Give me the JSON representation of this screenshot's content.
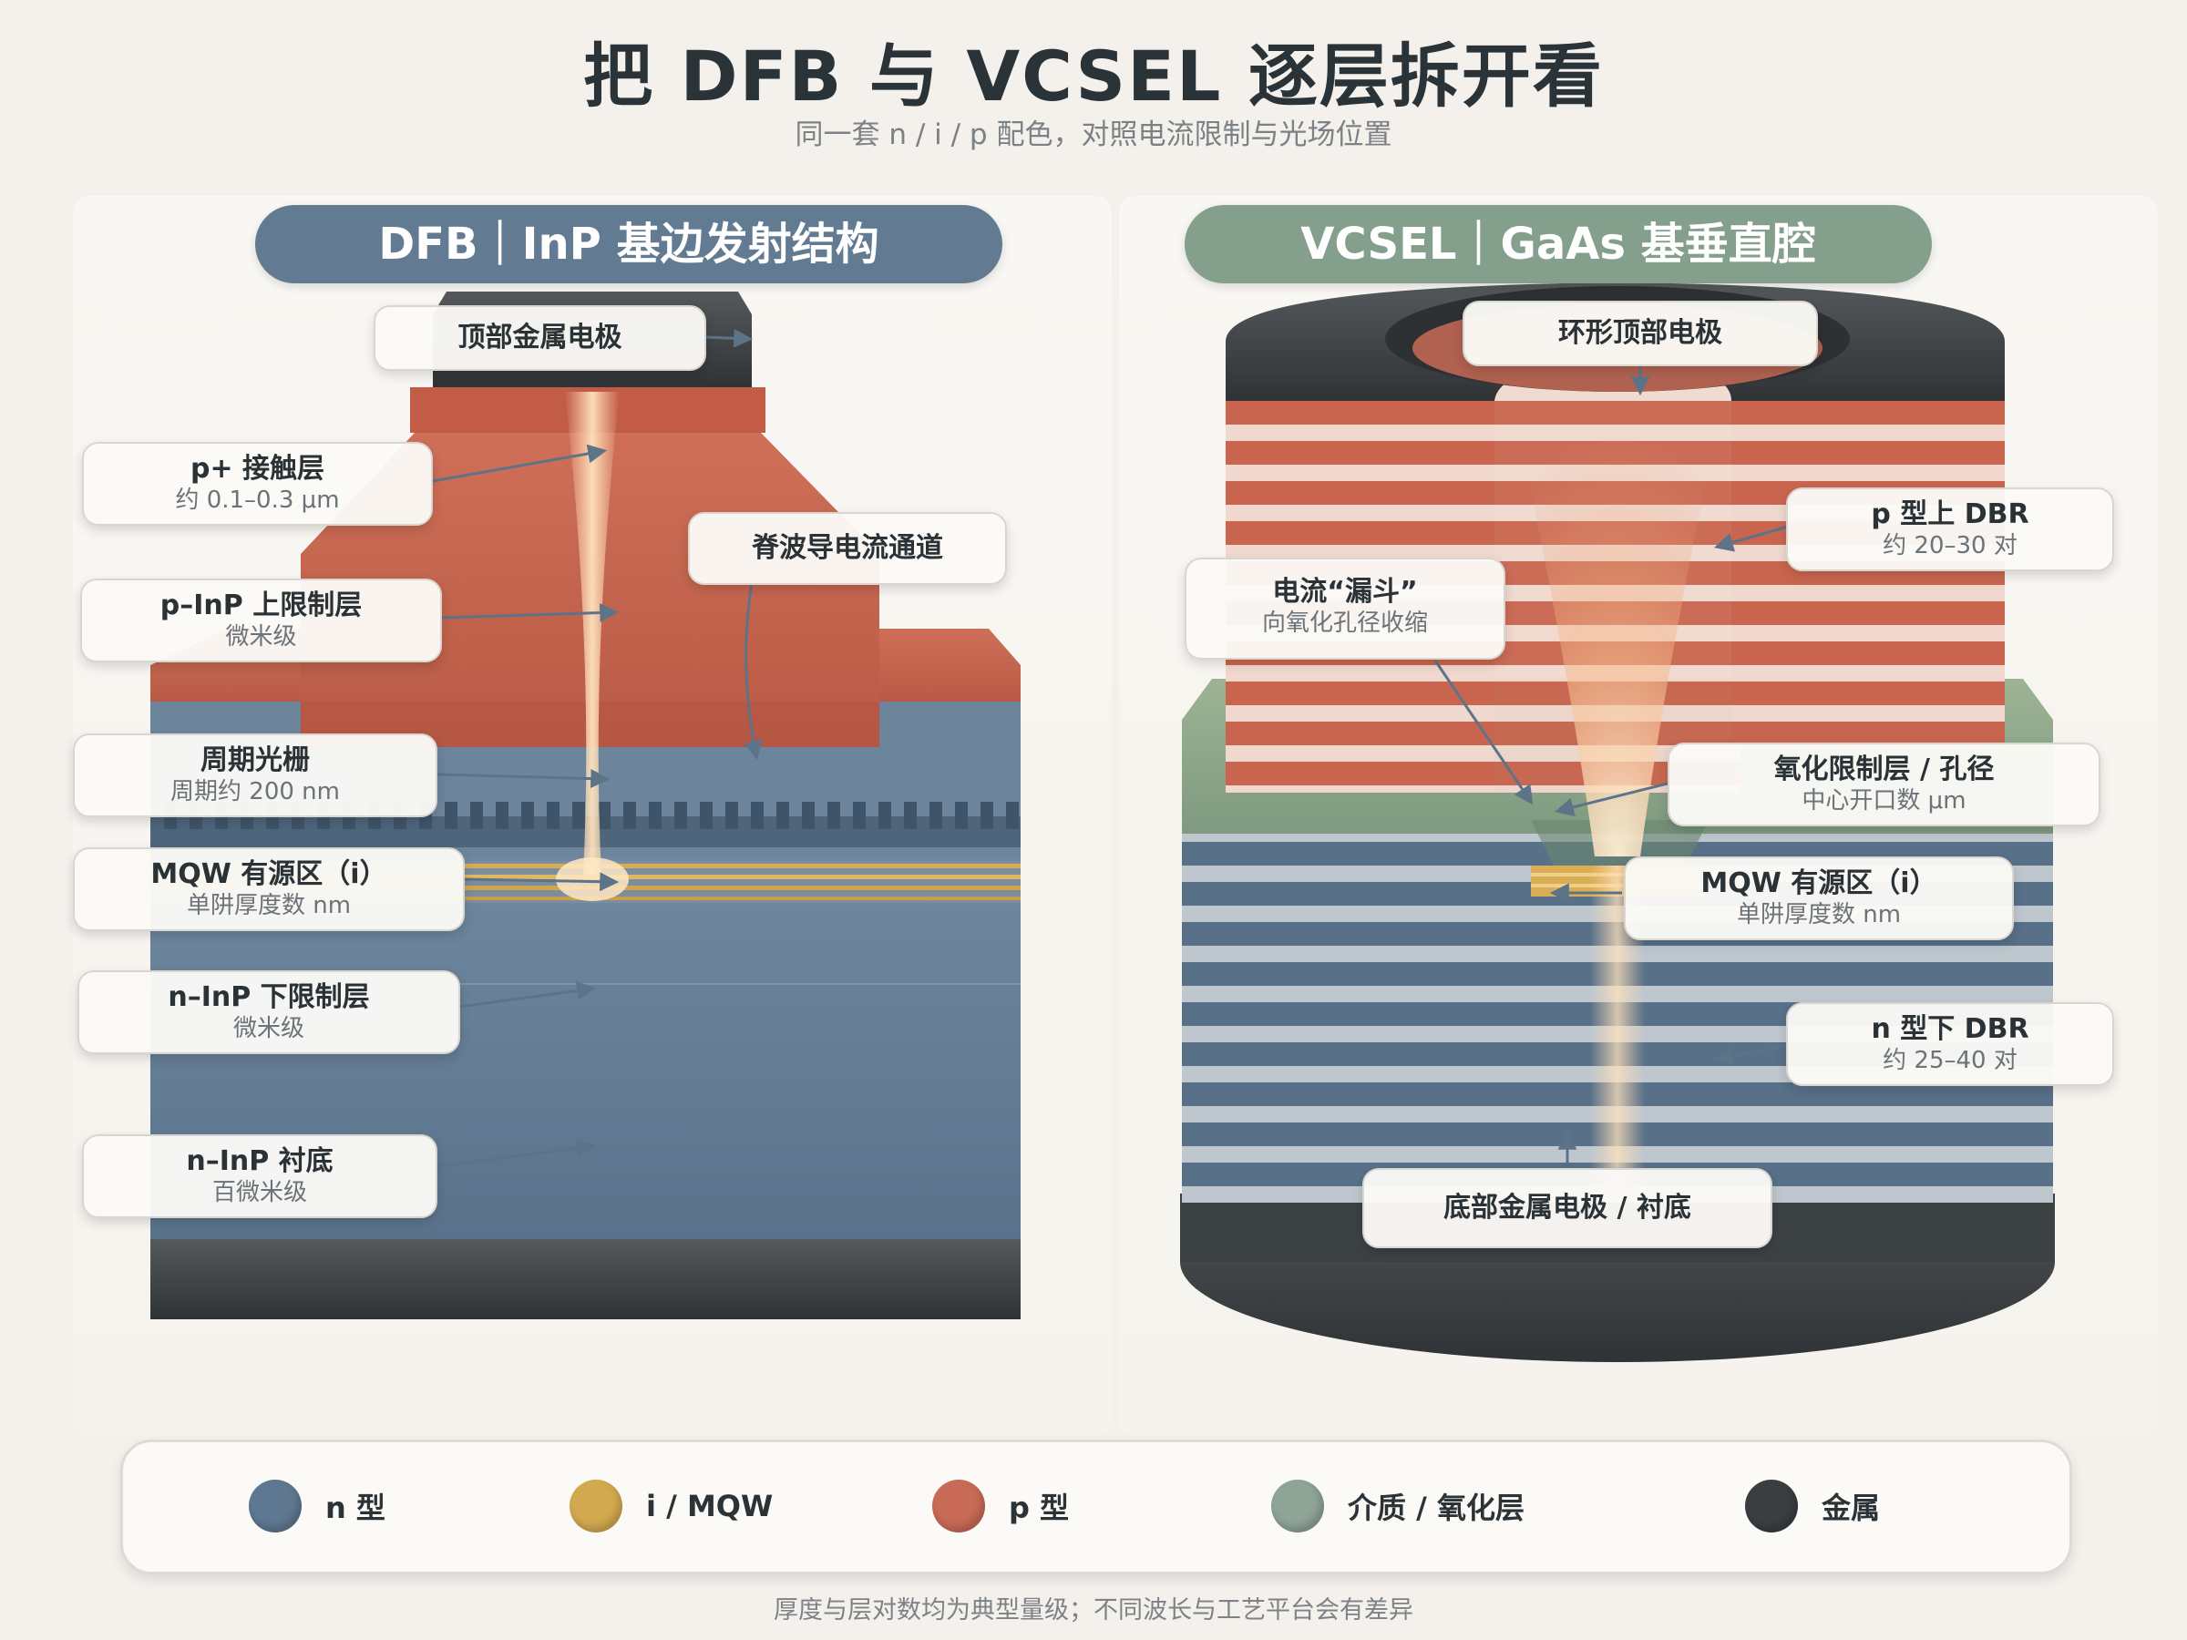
{
  "title": "把 DFB 与 VCSEL 逐层拆开看",
  "subtitle": "同一套 n / i / p 配色，对照电流限制与光场位置",
  "dfb": {
    "header": "DFB｜InP 基边发射结构",
    "labels": {
      "top_electrode": "顶部金属电极",
      "contact": {
        "title": "p+ 接触层",
        "sub": "约 0.1–0.3 μm"
      },
      "upper_clad": {
        "title": "p–InP 上限制层",
        "sub": "微米级"
      },
      "ridge": "脊波导电流通道",
      "grating": {
        "title": "周期光栅",
        "sub": "周期约 200 nm"
      },
      "mqw": {
        "title": "MQW 有源区（i）",
        "sub": "单阱厚度数 nm"
      },
      "lower_clad": {
        "title": "n–InP 下限制层",
        "sub": "微米级"
      },
      "substrate": {
        "title": "n–InP 衬底",
        "sub": "百微米级"
      }
    }
  },
  "vcsel": {
    "header": "VCSEL｜GaAs 基垂直腔",
    "labels": {
      "ring_electrode": "环形顶部电极",
      "p_dbr": {
        "title": "p 型上 DBR",
        "sub": "约 20–30 对"
      },
      "funnel": {
        "title": "电流“漏斗”",
        "sub": "向氧化孔径收缩"
      },
      "oxide": {
        "title": "氧化限制层 / 孔径",
        "sub": "中心开口数 μm"
      },
      "mqw": {
        "title": "MQW 有源区（i）",
        "sub": "单阱厚度数 nm"
      },
      "n_dbr": {
        "title": "n 型下 DBR",
        "sub": "约 25–40 对"
      },
      "bottom": "底部金属电极 / 衬底"
    }
  },
  "legend": [
    {
      "label": "n 型",
      "color": "#5f7891"
    },
    {
      "label": "i / MQW",
      "color": "#d3a94f"
    },
    {
      "label": "p 型",
      "color": "#c96a57"
    },
    {
      "label": "介质 / 氧化层",
      "color": "#8ea496"
    },
    {
      "label": "金属",
      "color": "#3a3e40"
    }
  ],
  "footnote": "厚度与层对数均为典型量级；不同波长与工艺平台会有差异"
}
